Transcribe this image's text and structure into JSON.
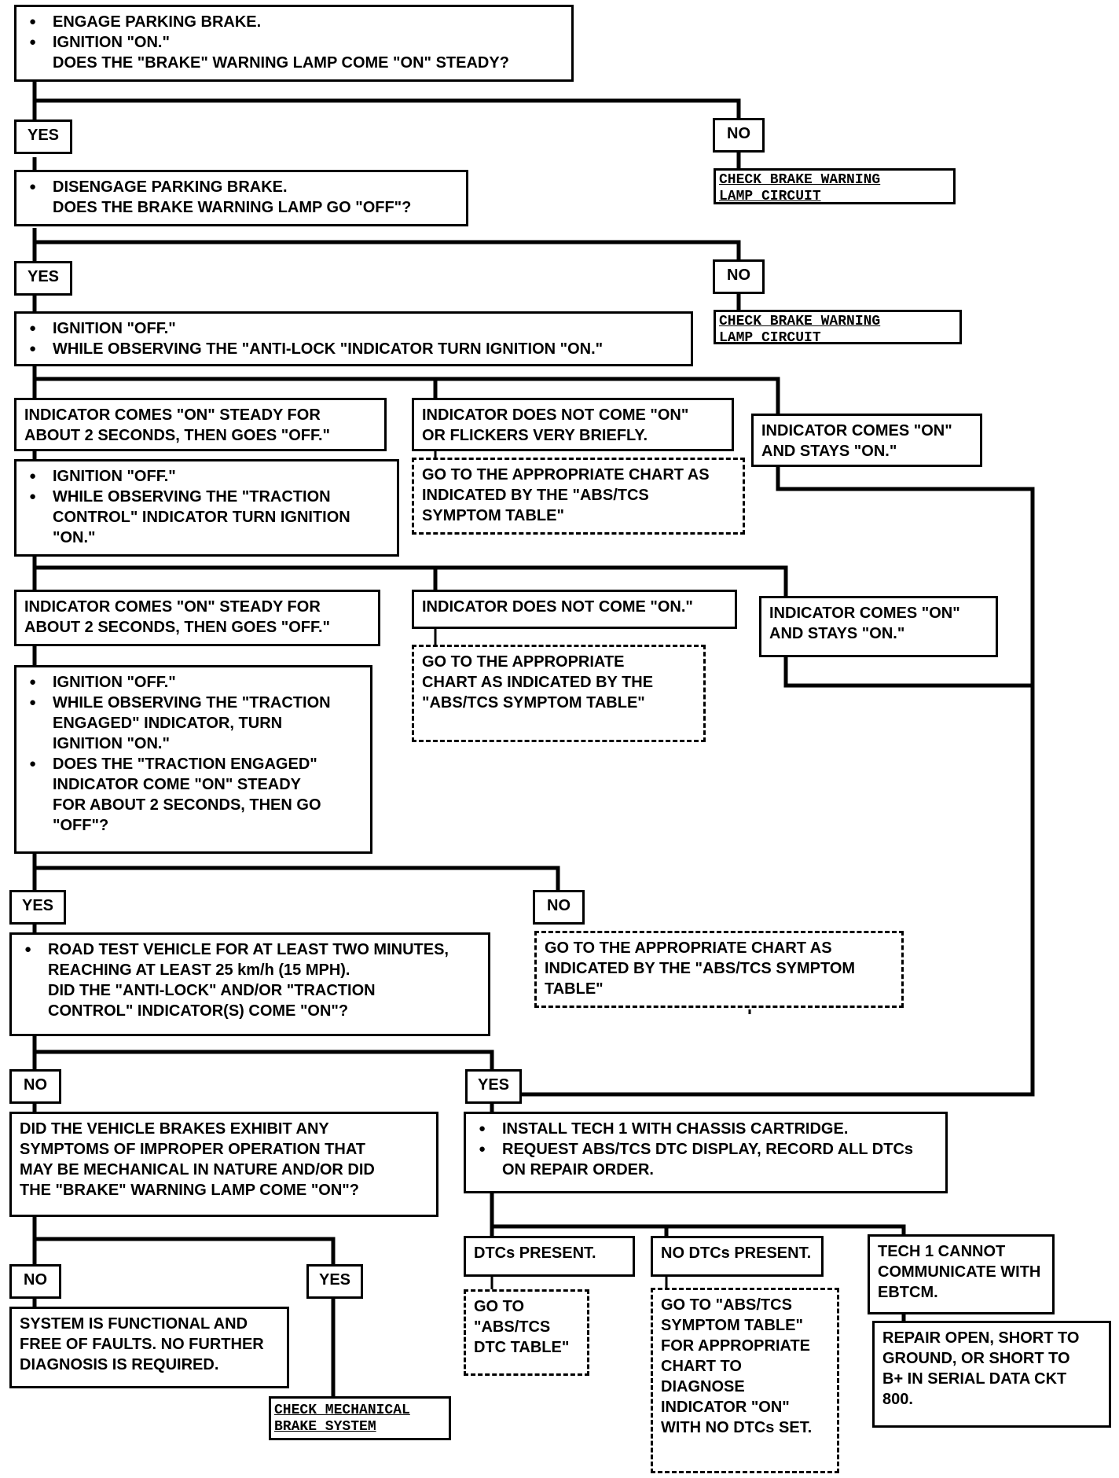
{
  "labels": {
    "yes": "YES",
    "no": "NO"
  },
  "b1": [
    "ENGAGE PARKING BRAKE.",
    "IGNITION \"ON.\""
  ],
  "b1q": "DOES THE \"BRAKE\" WARNING LAMP COME \"ON\" STEADY?",
  "chk1": [
    "CHECK BRAKE WARNING",
    "LAMP CIRCUIT"
  ],
  "b2": "DISENGAGE PARKING BRAKE.",
  "b2q": "DOES THE BRAKE WARNING LAMP GO \"OFF\"?",
  "chk2": [
    "CHECK BRAKE WARNING",
    "LAMP CIRCUIT"
  ],
  "b3": [
    "IGNITION \"OFF.\"",
    "WHILE OBSERVING THE \"ANTI-LOCK \"INDICATOR TURN IGNITION \"ON.\""
  ],
  "r1": {
    "a": [
      "INDICATOR COMES \"ON\" STEADY FOR",
      "ABOUT 2 SECONDS, THEN GOES \"OFF.\""
    ],
    "b": [
      "INDICATOR DOES NOT COME \"ON\"",
      "OR FLICKERS VERY BRIEFLY."
    ],
    "c": [
      "INDICATOR COMES \"ON\"",
      "AND STAYS \"ON.\""
    ]
  },
  "g1": [
    "GO TO THE APPROPRIATE CHART AS",
    "INDICATED BY THE \"ABS/TCS",
    "SYMPTOM TABLE\""
  ],
  "b4": [
    "IGNITION \"OFF.\"",
    "WHILE OBSERVING THE \"TRACTION",
    "CONTROL\" INDICATOR TURN IGNITION",
    "\"ON.\""
  ],
  "r2": {
    "a": [
      "INDICATOR COMES \"ON\" STEADY FOR",
      "ABOUT 2 SECONDS, THEN GOES \"OFF.\""
    ],
    "b": "INDICATOR DOES NOT COME \"ON.\"",
    "c": [
      "INDICATOR COMES \"ON\"",
      "AND STAYS \"ON.\""
    ]
  },
  "g2": [
    "GO TO THE APPROPRIATE",
    "CHART AS INDICATED BY THE",
    "\"ABS/TCS SYMPTOM TABLE\""
  ],
  "b5": {
    "l1": "IGNITION \"OFF.\"",
    "l2": [
      "WHILE OBSERVING THE \"TRACTION",
      "ENGAGED\" INDICATOR, TURN",
      "IGNITION \"ON.\""
    ],
    "l3": [
      "DOES THE \"TRACTION ENGAGED\"",
      "INDICATOR COME \"ON\" STEADY",
      "FOR ABOUT 2 SECONDS, THEN GO",
      "\"OFF\"?"
    ]
  },
  "g3": [
    "GO TO THE APPROPRIATE CHART AS",
    "INDICATED BY THE \"ABS/TCS SYMPTOM",
    "TABLE\""
  ],
  "b6": {
    "l1": [
      "ROAD TEST VEHICLE FOR AT LEAST TWO MINUTES,",
      "REACHING AT LEAST 25 km/h (15 MPH)."
    ],
    "l2": [
      "DID THE \"ANTI-LOCK\" AND/OR \"TRACTION",
      "CONTROL\" INDICATOR(S) COME \"ON\"?"
    ]
  },
  "b7": [
    "DID THE VEHICLE BRAKES EXHIBIT ANY",
    "SYMPTOMS OF IMPROPER OPERATION THAT",
    "MAY BE MECHANICAL IN NATURE AND/OR DID",
    "THE \"BRAKE\" WARNING LAMP COME \"ON\"?"
  ],
  "b8": [
    "INSTALL TECH 1 WITH CHASSIS CARTRIDGE.",
    "REQUEST ABS/TCS DTC DISPLAY, RECORD ALL DTCs",
    "ON REPAIR ORDER."
  ],
  "fine": [
    "SYSTEM IS FUNCTIONAL AND",
    "FREE OF FAULTS.  NO FURTHER",
    "DIAGNOSIS IS REQUIRED."
  ],
  "chk3": [
    "CHECK MECHANICAL",
    "BRAKE SYSTEM"
  ],
  "dtc": {
    "present": "DTCs PRESENT.",
    "none": "NO DTCs PRESENT.",
    "cannot": [
      "TECH 1 CANNOT",
      "COMMUNICATE WITH",
      "EBTCM."
    ]
  },
  "g4": [
    "GO TO",
    "\"ABS/TCS",
    "DTC TABLE\""
  ],
  "g5": [
    "GO TO \"ABS/TCS",
    "SYMPTOM TABLE\"",
    "FOR APPROPRIATE",
    "CHART TO",
    "DIAGNOSE",
    "INDICATOR \"ON\"",
    "WITH NO DTCs SET."
  ],
  "repair": [
    "REPAIR OPEN, SHORT TO",
    "GROUND, OR SHORT TO",
    "B+ IN SERIAL DATA CKT",
    "800."
  ]
}
